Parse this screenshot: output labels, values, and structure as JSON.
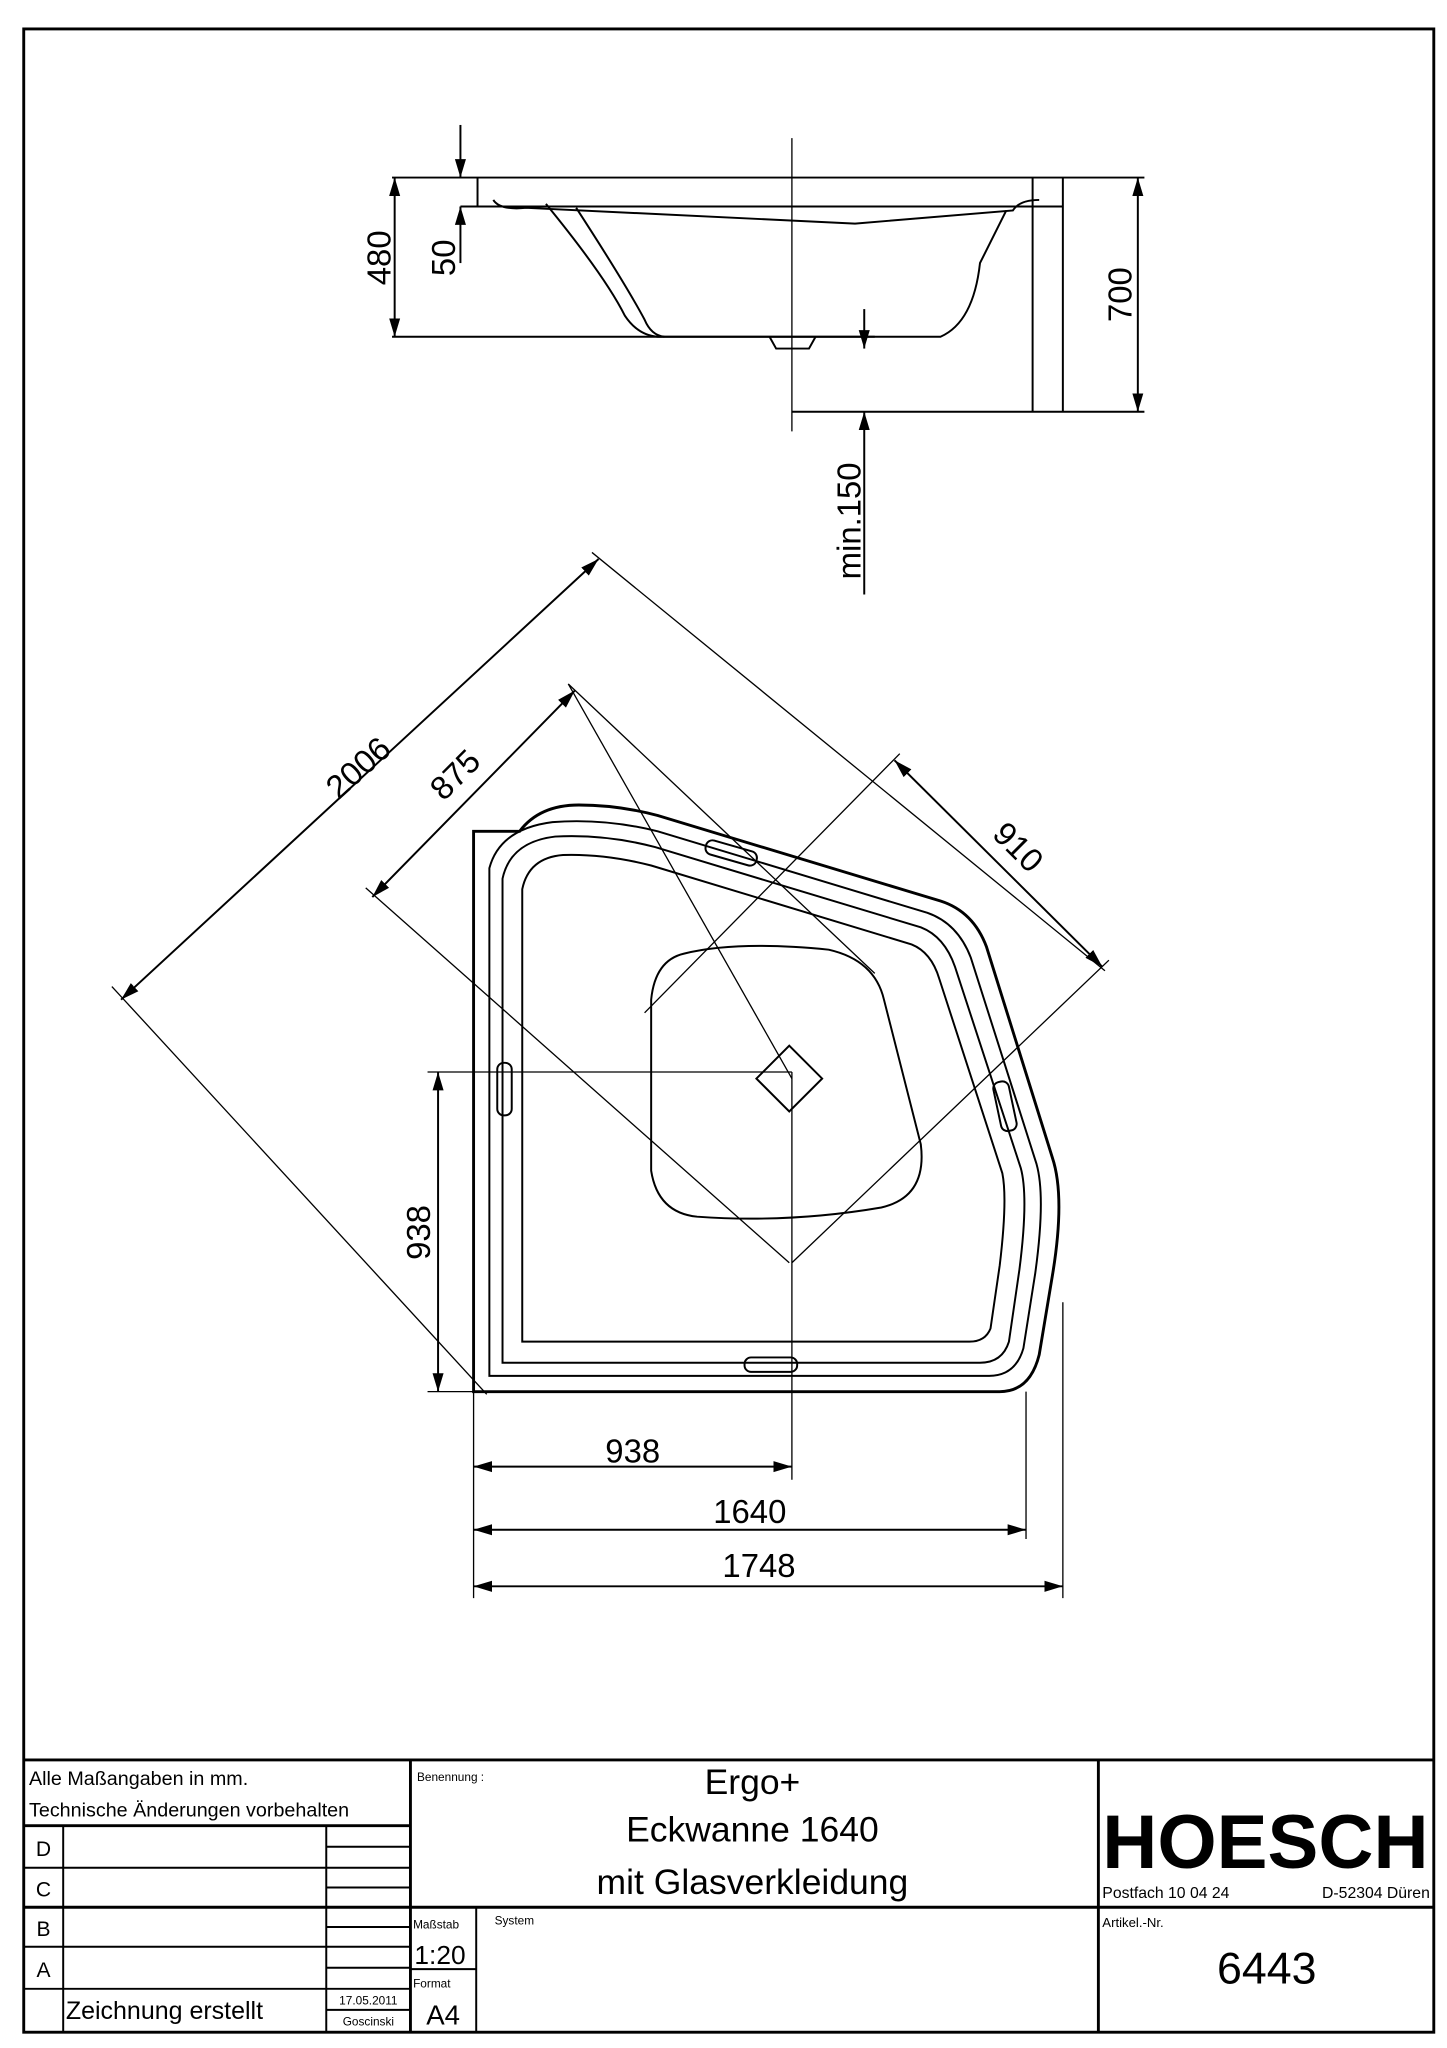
{
  "side_view": {
    "dim_height": "480",
    "dim_rim": "50",
    "dim_total": "700",
    "dim_min": "min.150"
  },
  "plan_view": {
    "dim_diagonal": "2006",
    "dim_inner_diag": "875",
    "dim_depth": "910",
    "dim_vertical": "938",
    "dim_h1": "938",
    "dim_h2": "1640",
    "dim_h3": "1748"
  },
  "title_block": {
    "note1": "Alle Maßangaben in mm.",
    "note2": "Technische Änderungen vorbehalten",
    "revisions": [
      "D",
      "C",
      "B",
      "A"
    ],
    "created_label": "Zeichnung erstellt",
    "created_date": "17.05.2011",
    "created_by": "Goscinski",
    "benennung_label": "Benennung :",
    "title1": "Ergo+",
    "title2": "Eckwanne 1640",
    "title3": "mit Glasverkleidung",
    "massstab_label": "Maßstab",
    "massstab": "1:20",
    "format_label": "Format",
    "format": "A4",
    "system_label": "System",
    "brand": "HOESCH",
    "postfach": "Postfach 10 04 24",
    "city": "D-52304 Düren",
    "artikel_label": "Artikel.-Nr.",
    "artikel": "6443"
  }
}
